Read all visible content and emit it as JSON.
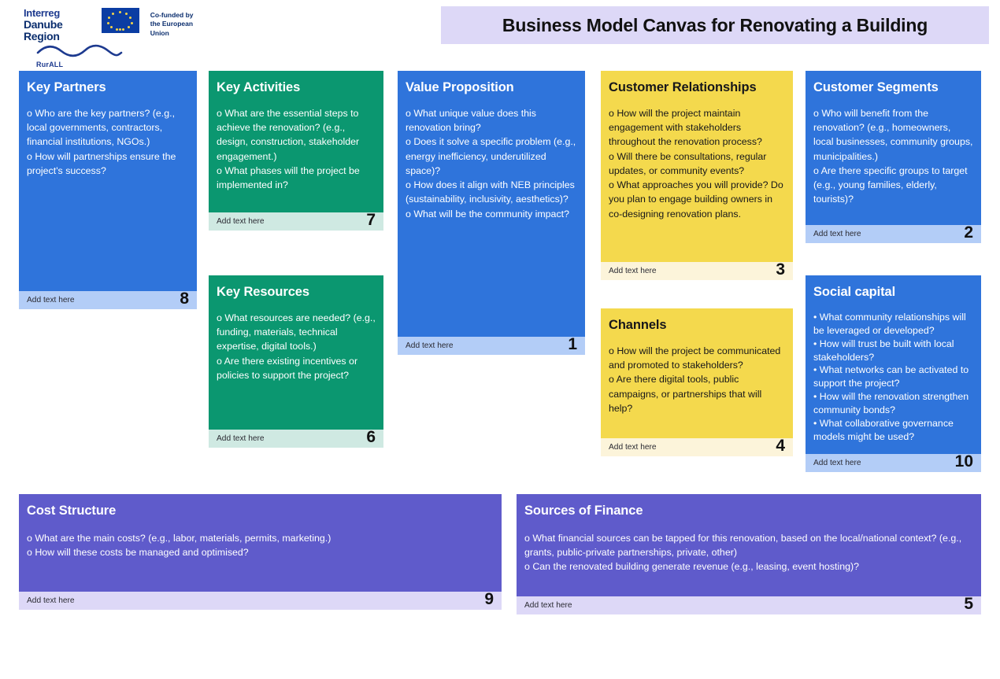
{
  "header": {
    "logo": {
      "interreg_line1": "Interreg",
      "interreg_line2": "Danube Region",
      "cofunded_line1": "Co-funded by",
      "cofunded_line2": "the European Union",
      "project_label": "RurALL"
    },
    "title": "Business Model Canvas for Renovating a Building"
  },
  "colors": {
    "blue": "#2f74db",
    "blue_light": "#b3cdf7",
    "green": "#0b9770",
    "green_light": "#cfe9e2",
    "yellow": "#f4d94d",
    "yellow_light": "#fcf4da",
    "purple": "#5f5bcb",
    "purple_light": "#ddd8f7",
    "banner": "#ddd8f7"
  },
  "placeholder": "Add text here",
  "blocks": {
    "key_partners": {
      "title": "Key Partners",
      "body": "o Who are the key partners? (e.g., local governments, contractors, financial institutions, NGOs.)\no How will partnerships ensure the project's success?",
      "placeholder": "Add text here",
      "number": "8"
    },
    "key_activities": {
      "title": "Key Activities",
      "body": "o What are the essential steps to achieve the renovation? (e.g., design, construction, stakeholder engagement.)\no What phases will the project be implemented in?",
      "placeholder": "Add text here",
      "number": "7"
    },
    "key_resources": {
      "title": "Key Resources",
      "body": "o What resources are needed? (e.g., funding, materials, technical expertise, digital tools.)\no Are there existing incentives or policies to support the project?",
      "placeholder": "Add text here",
      "number": "6"
    },
    "value_proposition": {
      "title": "Value Proposition",
      "body": "o What unique value does this renovation bring?\no Does it solve a specific problem (e.g., energy inefficiency, underutilized space)?\no How does it align with NEB principles (sustainability, inclusivity, aesthetics)?\no What will be the community impact?",
      "placeholder": "Add text here",
      "number": "1"
    },
    "customer_relationships": {
      "title": "Customer Relationships",
      "body": "o How will the project maintain engagement with stakeholders throughout the renovation process?\no Will there be consultations, regular updates, or community events?\no What approaches you will provide? Do you plan to engage building owners in co-designing renovation plans.",
      "placeholder": "Add text here",
      "number": "3"
    },
    "channels": {
      "title": "Channels",
      "body": "o How will the project be communicated and promoted to stakeholders?\no Are there digital tools, public campaigns, or partnerships that will help?",
      "placeholder": "Add text here",
      "number": "4"
    },
    "customer_segments": {
      "title": "Customer Segments",
      "body": "o Who will benefit from the renovation? (e.g., homeowners, local businesses, community groups, municipalities.)\no Are there specific groups to target (e.g., young families, elderly, tourists)?",
      "placeholder": "Add text here",
      "number": "2"
    },
    "social_capital": {
      "title": "Social capital",
      "body": "• What community relationships will be leveraged or developed?\n• How will trust be built with local stakeholders?\n• What networks can be activated to support the project?\n• How will the renovation strengthen community bonds?\n• What collaborative governance models might be used?",
      "placeholder": "Add text here",
      "number": "10"
    },
    "cost_structure": {
      "title": "Cost Structure",
      "body": "o What are the main costs? (e.g., labor, materials, permits, marketing.)\no How will these costs be managed and optimised?",
      "placeholder": "Add text here",
      "number": "9"
    },
    "sources_of_finance": {
      "title": "Sources of Finance",
      "body": "o What financial sources can be tapped for this renovation, based on the local/national context? (e.g., grants, public-private partnerships, private, other)\no Can the renovated building generate revenue (e.g., leasing, event hosting)?",
      "placeholder": "Add text here",
      "number": "5"
    }
  }
}
